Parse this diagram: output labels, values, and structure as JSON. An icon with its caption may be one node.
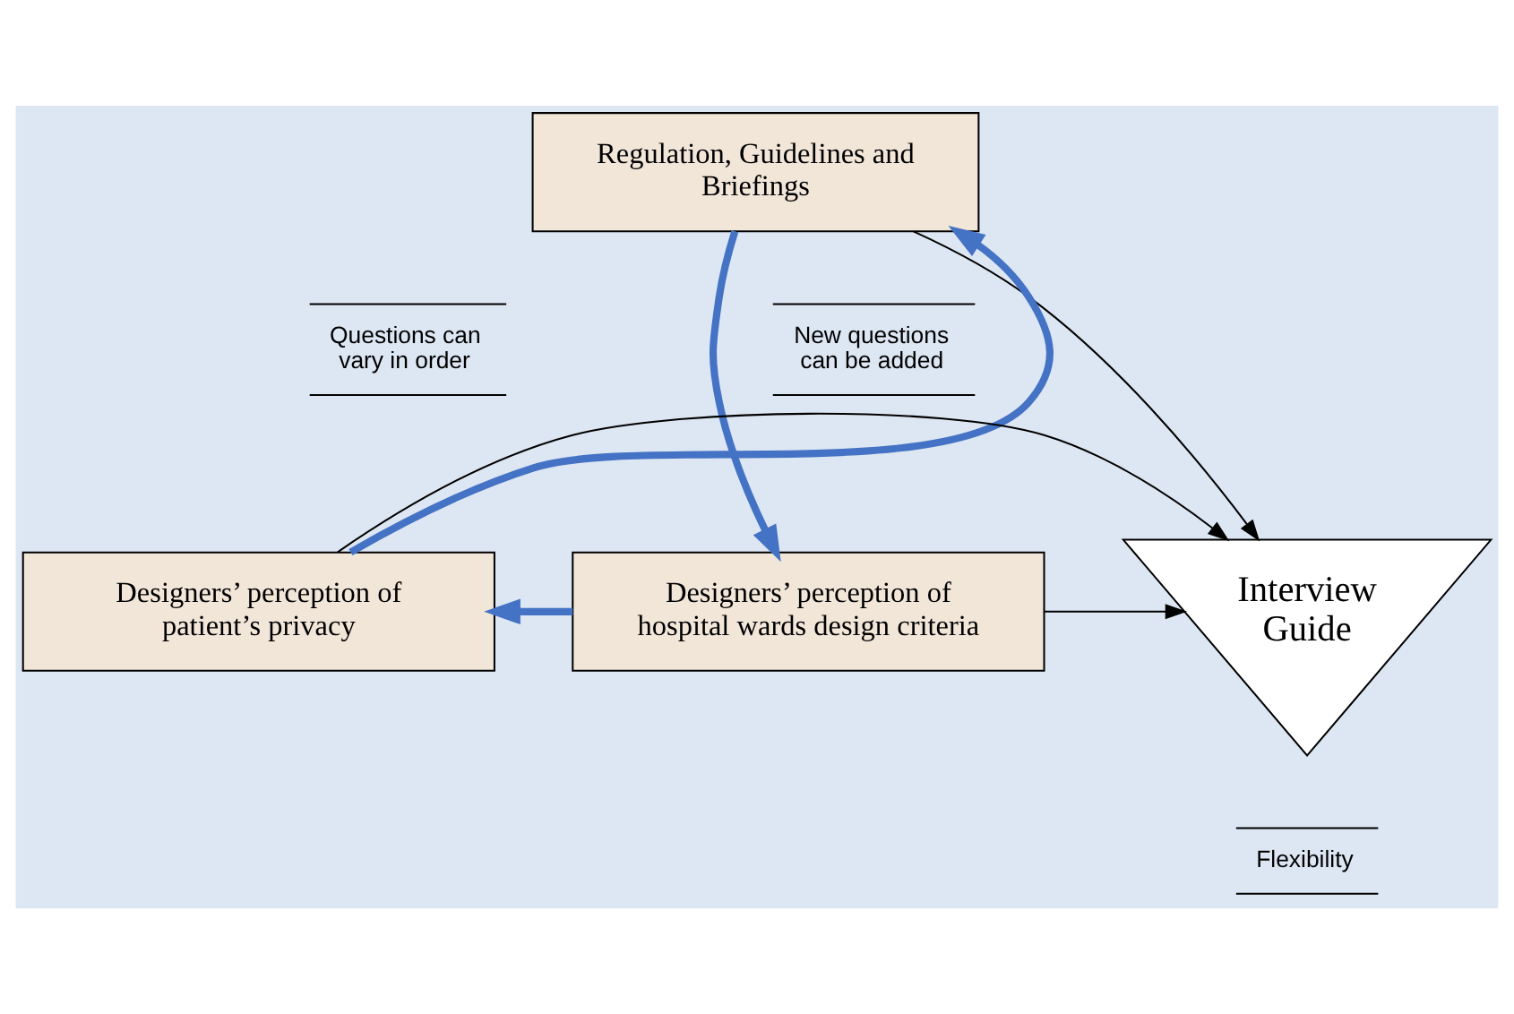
{
  "diagram": {
    "nodes": [
      {
        "text": [
          "Regulation, Guidelines and Briefings"
        ]
      },
      {
        "text": [
          "Interview Guide"
        ]
      },
      {
        "text": [
          "Designers’ perception of patient’s privacy"
        ]
      },
      {
        "text": [
          "Designers’ perception of hospital wards design criteria"
        ]
      }
    ],
    "edges": [
      {
        "from": 0,
        "to": 1,
        "arrow": "to"
      },
      {
        "from": 2,
        "to": 1,
        "arrow": "to"
      },
      {
        "from": 3,
        "to": 1,
        "arrow": "to"
      },
      {
        "from": 0,
        "to": 3,
        "arrow": "to",
        "style": "thick",
        "color": "#4472c4"
      },
      {
        "from": 3,
        "to": 2,
        "arrow": "to",
        "style": "thick",
        "color": "#4472c4"
      },
      {
        "from": 2,
        "to": 0,
        "arrow": "to",
        "style": "thick",
        "color": "#4472c4"
      }
    ],
    "labels": [
      "Questions can vary in order",
      "New questions can be added",
      "Flexibility"
    ]
  }
}
